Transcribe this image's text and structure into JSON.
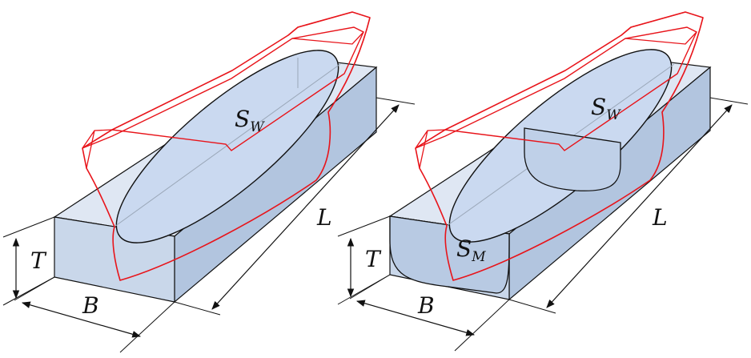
{
  "colors": {
    "box_face_light": "#dfe7f3",
    "box_face_mid": "#c9d7ea",
    "box_face_dark": "#b2c5df",
    "ellipse_fill": "#cad9f0",
    "hull_outline": "#e8141a",
    "line": "#111111",
    "centerline": "#9aa7b8"
  },
  "panels": [
    {
      "labels": {
        "waterplane_main": "S",
        "waterplane_sub": "W",
        "length": "L",
        "breadth": "B",
        "draft": "T"
      }
    },
    {
      "labels": {
        "waterplane_main": "S",
        "waterplane_sub": "W",
        "midsection_main": "S",
        "midsection_sub": "M",
        "length": "L",
        "breadth": "B",
        "draft": "T"
      }
    }
  ]
}
